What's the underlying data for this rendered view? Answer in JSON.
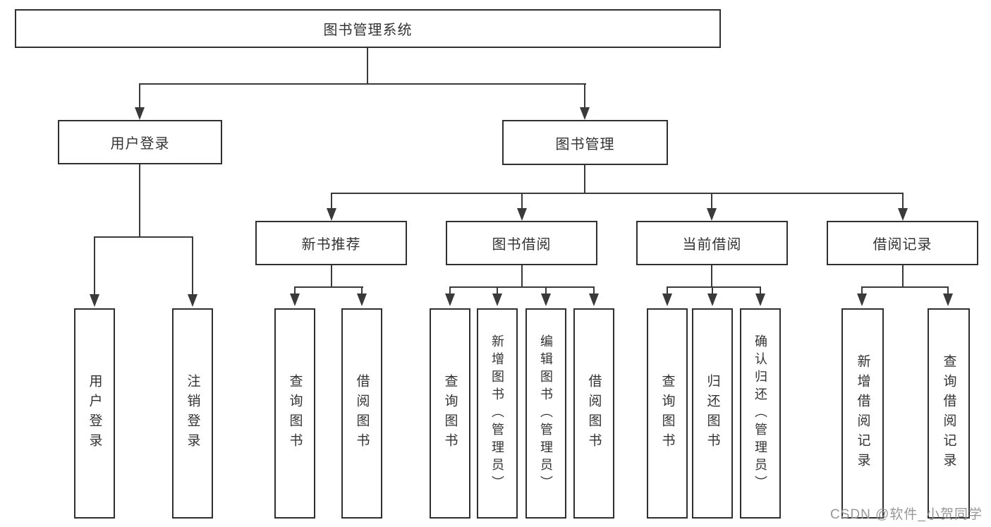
{
  "diagram": {
    "title_node": "图书管理系统",
    "level2": {
      "user_login": "用户登录",
      "book_mgmt": "图书管理"
    },
    "level3": {
      "new_book_rec": "新书推荐",
      "book_borrow": "图书借阅",
      "current_borrow": "当前借阅",
      "borrow_record": "借阅记录"
    },
    "leaves": {
      "user_login": "用户登录",
      "logout": "注销登录",
      "nb_query_book": "查询图书",
      "nb_borrow_book": "借阅图书",
      "bb_query_book": "查询图书",
      "bb_add_book": "新增图书（管理员）",
      "bb_edit_book": "编辑图书（管理员）",
      "bb_borrow_book": "借阅图书",
      "cb_query_book": "查询图书",
      "cb_return_book": "归还图书",
      "cb_confirm_return": "确认归还（管理员）",
      "br_add_record": "新增借阅记录",
      "br_query_record": "查询借阅记录"
    },
    "watermark": "CSDN @软件_小贺同学",
    "colors": {
      "line": "#3a3a3a",
      "box_border": "#303030",
      "text": "#333333",
      "background": "#ffffff",
      "watermark": "#979797"
    }
  }
}
